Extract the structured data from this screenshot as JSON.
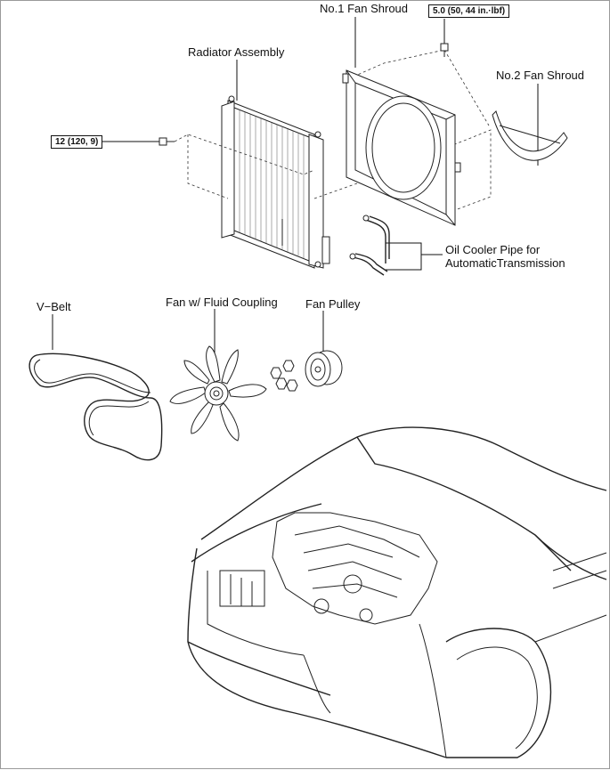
{
  "labels": {
    "no1_fan_shroud": "No.1 Fan Shroud",
    "radiator_assembly": "Radiator Assembly",
    "no2_fan_shroud": "No.2 Fan Shroud",
    "oil_cooler_line1": "Oil Cooler Pipe for",
    "oil_cooler_line2": "AutomaticTransmission",
    "v_belt": "V−Belt",
    "fan_fluid_coupling": "Fan w/ Fluid Coupling",
    "fan_pulley": "Fan Pulley"
  },
  "torque": {
    "shroud_bolt": "5.0 (50, 44 in.·lbf)",
    "radiator_bolt": "12 (120, 9)"
  }
}
